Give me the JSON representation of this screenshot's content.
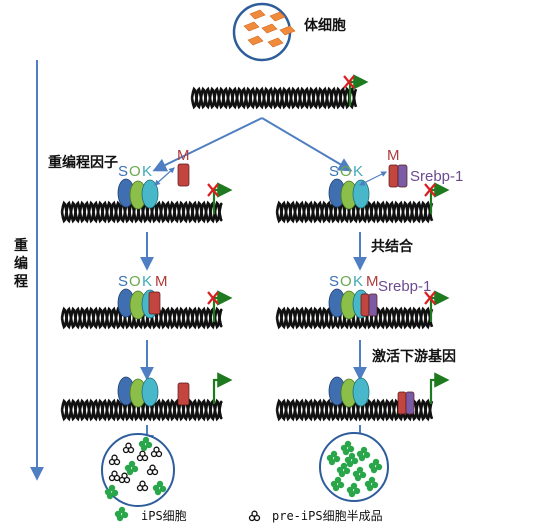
{
  "labels": {
    "somatic_cell": "体细胞",
    "reprogramming_factors": "重编程因子",
    "reprogramming_axis": "重\n编\n程",
    "co_binding": "共结合",
    "activate_downstream": "激活下游基因"
  },
  "factors": {
    "S": "S",
    "O": "O",
    "K": "K",
    "M": "M",
    "srebp": "Srebp-1"
  },
  "legend": {
    "ips": "iPS细胞",
    "pre_ips": "pre-iPS细胞半成品"
  },
  "colors": {
    "arrow": "#4f7fc2",
    "s_text": "#3a72b8",
    "o_text": "#6aa84f",
    "k_text": "#40a9b8",
    "m_text": "#b03a3a",
    "srebp_text": "#6b4a8f",
    "s_prot": "#3f6fb0",
    "o_prot": "#8cbf4a",
    "k_prot": "#48b7c9",
    "m_prot": "#c2453f",
    "srebp_prot": "#7b5aa6",
    "gene_arrow": "#1f7a1f",
    "cross": "#d81e1e",
    "ips_cell": "#2aa64a",
    "somatic": "#f08a3c"
  }
}
